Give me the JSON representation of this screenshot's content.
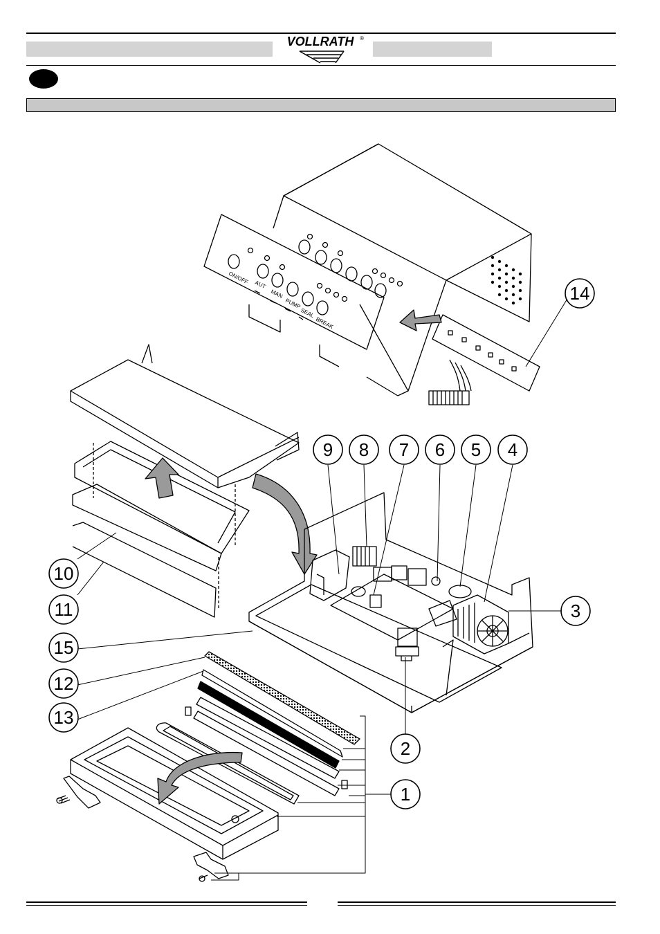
{
  "header": {
    "brand": "VOLLRATH",
    "brand_mark": "®"
  },
  "panel_labels": {
    "on_off": "ON/OFF",
    "aut": "AUT",
    "man": "MAN",
    "pump": "PUMP",
    "seal": "SEAL",
    "break": "BREAK"
  },
  "callouts": [
    {
      "id": "callout-1",
      "label": "1"
    },
    {
      "id": "callout-2",
      "label": "2"
    },
    {
      "id": "callout-3",
      "label": "3"
    },
    {
      "id": "callout-4",
      "label": "4"
    },
    {
      "id": "callout-5",
      "label": "5"
    },
    {
      "id": "callout-6",
      "label": "6"
    },
    {
      "id": "callout-7",
      "label": "7"
    },
    {
      "id": "callout-8",
      "label": "8"
    },
    {
      "id": "callout-9",
      "label": "9"
    },
    {
      "id": "callout-10",
      "label": "10"
    },
    {
      "id": "callout-11",
      "label": "11"
    },
    {
      "id": "callout-12",
      "label": "12"
    },
    {
      "id": "callout-13",
      "label": "13"
    },
    {
      "id": "callout-14",
      "label": "14"
    },
    {
      "id": "callout-15",
      "label": "15"
    }
  ]
}
